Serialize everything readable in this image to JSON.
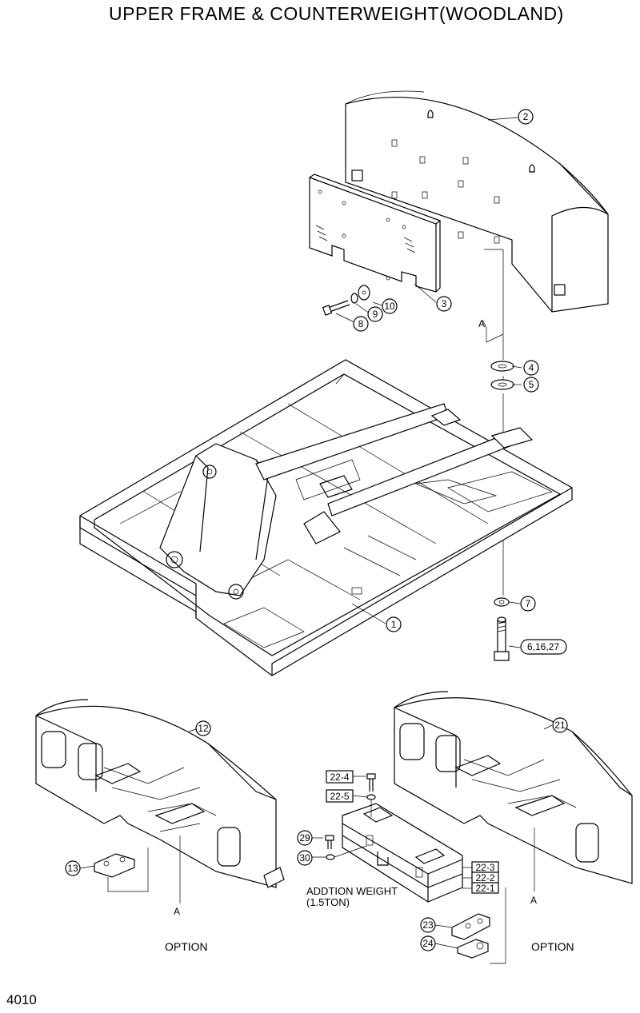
{
  "title": "UPPER FRAME & COUNTERWEIGHT(WOODLAND)",
  "page_number": "4010",
  "options": [
    "OPTION",
    "OPTION"
  ],
  "addition_weight": [
    "ADDTION WEIGHT",
    "(1.5TON)"
  ],
  "view_labels": [
    "A",
    "A",
    "A"
  ],
  "callouts": {
    "c1": "1",
    "c2": "2",
    "c3": "3",
    "c4": "4",
    "c5": "5",
    "c7": "7",
    "c8": "8",
    "c9": "9",
    "c10": "10",
    "c12": "12",
    "c13": "13",
    "c21": "21",
    "c23": "23",
    "c24": "24",
    "c29": "29",
    "c30": "30",
    "c6": "6,16,27"
  },
  "box_labels": {
    "b224": "22-4",
    "b225": "22-5",
    "b223": "22-3",
    "b222": "22-2",
    "b221": "22-1"
  }
}
